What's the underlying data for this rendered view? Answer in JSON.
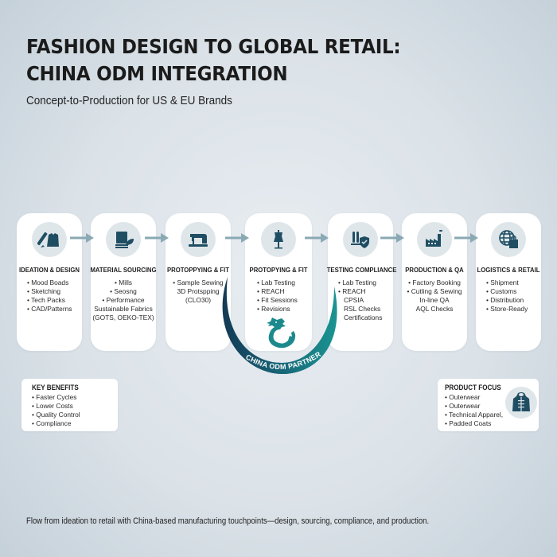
{
  "header": {
    "title_line1": "FASHION DESIGN TO GLOBAL RETAIL:",
    "title_line2": "CHINA ODM INTEGRATION",
    "subtitle": "Concept-to-Production for US & EU Brands"
  },
  "colors": {
    "icon_navy": "#1f4e63",
    "icon_bg": "#dfe6ea",
    "arrow": "#8aa9b4",
    "crescent_dark": "#16425c",
    "crescent_teal": "#1a8b8d"
  },
  "steps": [
    {
      "icon": "pencil-jacket-icon",
      "title": "IDEATION & DESIGN",
      "items": [
        "• Mood Boads",
        "• Sketching",
        "• Tech Packs",
        "• CAD/Patterns"
      ]
    },
    {
      "icon": "fabric-swatch-leaf-icon",
      "title": "MATERIAL SOURCING",
      "items": [
        "• Mills",
        "• Seosng",
        "• Performance",
        "Sustainable Fabrics",
        "(GOTS, OEKO-TEX)"
      ]
    },
    {
      "icon": "sewing-machine-icon",
      "title": "PROTOPPYING & FIT",
      "items": [
        "• Sample Sewing",
        "3D Protspping",
        "(CLO30)"
      ]
    },
    {
      "icon": "dress-form-icon",
      "title": "PROTOPYING & FIT",
      "items": [
        "• Lab Testing",
        "• REACH",
        "• Fit Sessions",
        "• Revisions"
      ]
    },
    {
      "icon": "test-tubes-shield-icon",
      "title": "TESTING COMPLIANCE",
      "items": [
        "• Lab Testing",
        "• REACH",
        "CPSIA",
        "RSL Checks",
        "Certifications"
      ]
    },
    {
      "icon": "factory-icon",
      "title": "PRODUCTION & QA",
      "items": [
        "• Factory Booking",
        "• Cutling & Sewing",
        "In-line QA",
        "AQL Checks"
      ]
    },
    {
      "icon": "globe-shopping-bag-icon",
      "title": "LOGISTICS & RETAIL",
      "items": [
        "• Shipment",
        "• Customs",
        "• Distribution",
        "• Store-Ready"
      ]
    }
  ],
  "badge": {
    "label": "CHINA ODM PARTNER",
    "icon": "dragon-icon"
  },
  "key_benefits": {
    "title": "KEY BENEFITS",
    "items": [
      "• Faster Cycles",
      "• Lower Costs",
      "• Quality Control",
      "• Compliance"
    ]
  },
  "product_focus": {
    "title": "PRODUCT FOCUS",
    "items": [
      "• Outerwear",
      "• Outerwear",
      "• Technical Apparel,",
      "• Padded Coats"
    ],
    "icon": "puffer-jacket-icon"
  },
  "footer": {
    "caption": "Flow from ideation to retail with China-based manufacturing touchpoints—design, sourcing, compliance, and production."
  }
}
